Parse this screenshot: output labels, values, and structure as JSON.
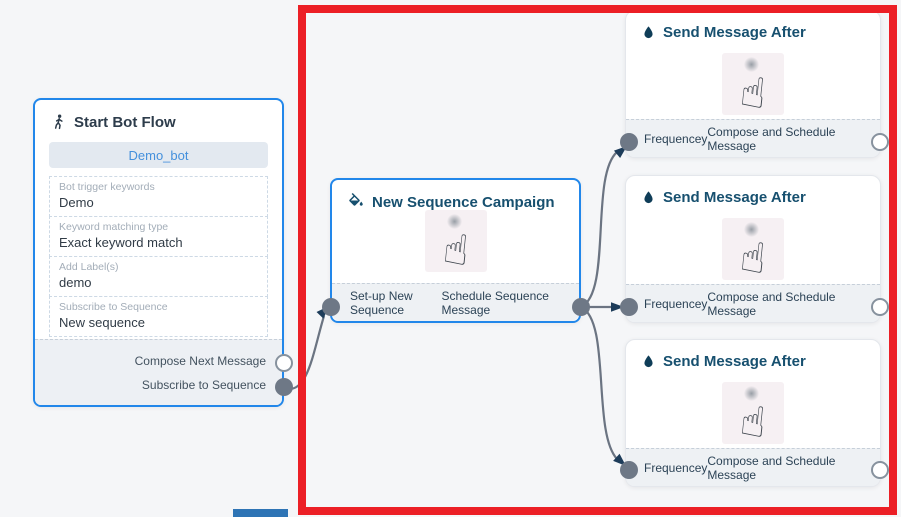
{
  "canvas": {
    "background": "#f5f6f8"
  },
  "annotation": {
    "highlight_color": "#ec1f26"
  },
  "colors": {
    "node_border_blue": "#2287ea",
    "title_navy": "#17506f",
    "title_slate": "#2d3c4b",
    "connector_line": "#6b7482",
    "arrow_navy": "#1d3c5a",
    "port_filled": "#6e7886",
    "port_open_border": "#87929e",
    "bot_button_text": "#4490dc"
  },
  "icons": {
    "start": "walking-person-icon",
    "campaign": "paint-bucket-icon",
    "send": "water-drop-icon",
    "body": "click-hand-icon"
  },
  "start_node": {
    "title": "Start Bot Flow",
    "bot_name": "Demo_bot",
    "fields": [
      {
        "label": "Bot trigger keywords",
        "value": "Demo"
      },
      {
        "label": "Keyword matching type",
        "value": "Exact keyword match"
      },
      {
        "label": "Add Label(s)",
        "value": "demo"
      },
      {
        "label": "Subscribe to Sequence",
        "value": "New sequence"
      }
    ],
    "outputs": [
      {
        "label": "Compose Next Message"
      },
      {
        "label": "Subscribe to Sequence"
      }
    ]
  },
  "campaign_node": {
    "title": "New Sequence Campaign",
    "left_handle": "Set-up New Sequence",
    "right_handle": "Schedule Sequence Message"
  },
  "send_nodes": [
    {
      "title": "Send Message After",
      "left_handle": "Frequencey",
      "right_handle": "Compose and Schedule Message"
    },
    {
      "title": "Send Message After",
      "left_handle": "Frequencey",
      "right_handle": "Compose and Schedule Message"
    },
    {
      "title": "Send Message After",
      "left_handle": "Frequencey",
      "right_handle": "Compose and Schedule Message"
    }
  ]
}
